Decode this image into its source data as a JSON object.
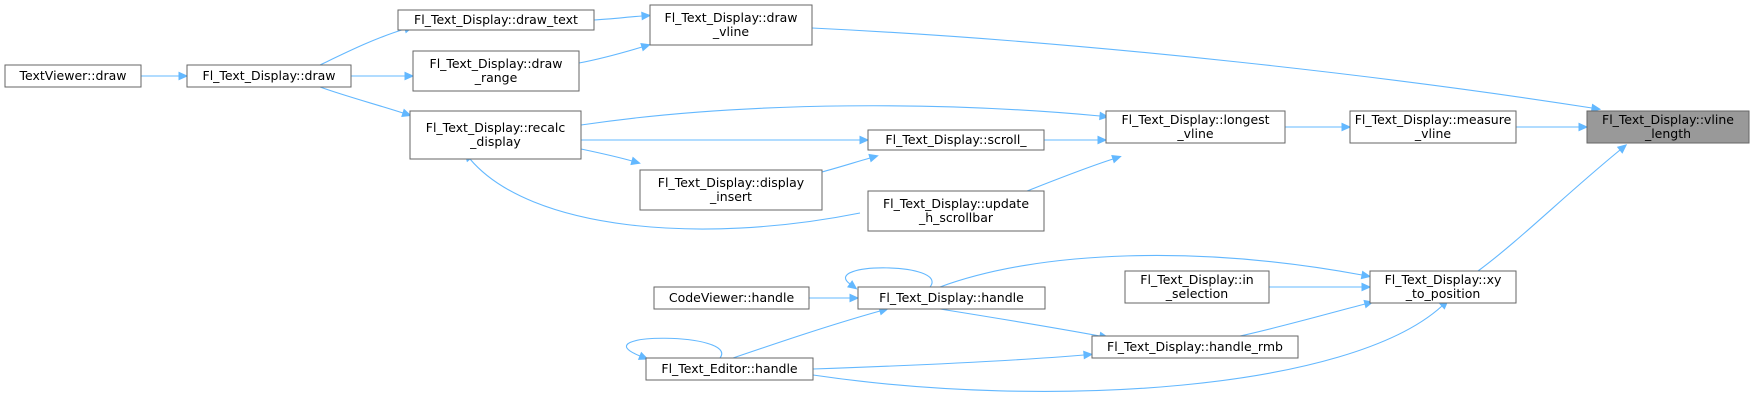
{
  "diagram": {
    "type": "call-graph",
    "colors": {
      "edge": "#63b8ff",
      "node_border": "#666666",
      "node_fill": "#ffffff",
      "focus_fill": "#999999"
    },
    "nodes": [
      {
        "id": "vline_length",
        "lines": [
          "Fl_Text_Display::vline",
          "_length"
        ],
        "focus": true
      },
      {
        "id": "measure_vline",
        "lines": [
          "Fl_Text_Display::measure",
          "_vline"
        ]
      },
      {
        "id": "xy_to_position",
        "lines": [
          "Fl_Text_Display::xy",
          "_to_position"
        ]
      },
      {
        "id": "longest_vline",
        "lines": [
          "Fl_Text_Display::longest",
          "_vline"
        ]
      },
      {
        "id": "draw_vline",
        "lines": [
          "Fl_Text_Display::draw",
          "_vline"
        ]
      },
      {
        "id": "draw_text",
        "lines": [
          "Fl_Text_Display::draw_text"
        ]
      },
      {
        "id": "draw_range",
        "lines": [
          "Fl_Text_Display::draw",
          "_range"
        ]
      },
      {
        "id": "draw",
        "lines": [
          "Fl_Text_Display::draw"
        ]
      },
      {
        "id": "textviewer_draw",
        "lines": [
          "TextViewer::draw"
        ]
      },
      {
        "id": "recalc_display",
        "lines": [
          "Fl_Text_Display::recalc",
          "_display"
        ]
      },
      {
        "id": "scroll_",
        "lines": [
          "Fl_Text_Display::scroll_"
        ]
      },
      {
        "id": "display_insert",
        "lines": [
          "Fl_Text_Display::display",
          "_insert"
        ]
      },
      {
        "id": "update_h_scrollbar",
        "lines": [
          "Fl_Text_Display::update",
          "_h_scrollbar"
        ]
      },
      {
        "id": "in_selection",
        "lines": [
          "Fl_Text_Display::in",
          "_selection"
        ]
      },
      {
        "id": "display_handle",
        "lines": [
          "Fl_Text_Display::handle"
        ]
      },
      {
        "id": "handle_rmb",
        "lines": [
          "Fl_Text_Display::handle_rmb"
        ]
      },
      {
        "id": "codeviewer_handle",
        "lines": [
          "CodeViewer::handle"
        ]
      },
      {
        "id": "editor_handle",
        "lines": [
          "Fl_Text_Editor::handle"
        ]
      }
    ],
    "edges": [
      {
        "from": "measure_vline",
        "to": "vline_length"
      },
      {
        "from": "draw_vline",
        "to": "vline_length"
      },
      {
        "from": "xy_to_position",
        "to": "vline_length"
      },
      {
        "from": "longest_vline",
        "to": "measure_vline"
      },
      {
        "from": "draw_text",
        "to": "draw_vline"
      },
      {
        "from": "draw_range",
        "to": "draw_vline"
      },
      {
        "from": "draw",
        "to": "draw_text"
      },
      {
        "from": "draw",
        "to": "draw_range"
      },
      {
        "from": "textviewer_draw",
        "to": "draw"
      },
      {
        "from": "recalc_display",
        "to": "longest_vline"
      },
      {
        "from": "scroll_",
        "to": "longest_vline"
      },
      {
        "from": "update_h_scrollbar",
        "to": "longest_vline"
      },
      {
        "from": "draw",
        "to": "recalc_display"
      },
      {
        "from": "recalc_display",
        "to": "scroll_"
      },
      {
        "from": "display_insert",
        "to": "scroll_"
      },
      {
        "from": "recalc_display",
        "to": "display_insert"
      },
      {
        "from": "update_h_scrollbar",
        "to": "recalc_display"
      },
      {
        "from": "display_handle",
        "to": "xy_to_position"
      },
      {
        "from": "in_selection",
        "to": "xy_to_position"
      },
      {
        "from": "handle_rmb",
        "to": "xy_to_position"
      },
      {
        "from": "editor_handle",
        "to": "xy_to_position"
      },
      {
        "from": "display_handle",
        "to": "display_handle"
      },
      {
        "from": "codeviewer_handle",
        "to": "display_handle"
      },
      {
        "from": "editor_handle",
        "to": "display_handle"
      },
      {
        "from": "display_handle",
        "to": "handle_rmb"
      },
      {
        "from": "editor_handle",
        "to": "handle_rmb"
      },
      {
        "from": "editor_handle",
        "to": "editor_handle"
      }
    ]
  }
}
